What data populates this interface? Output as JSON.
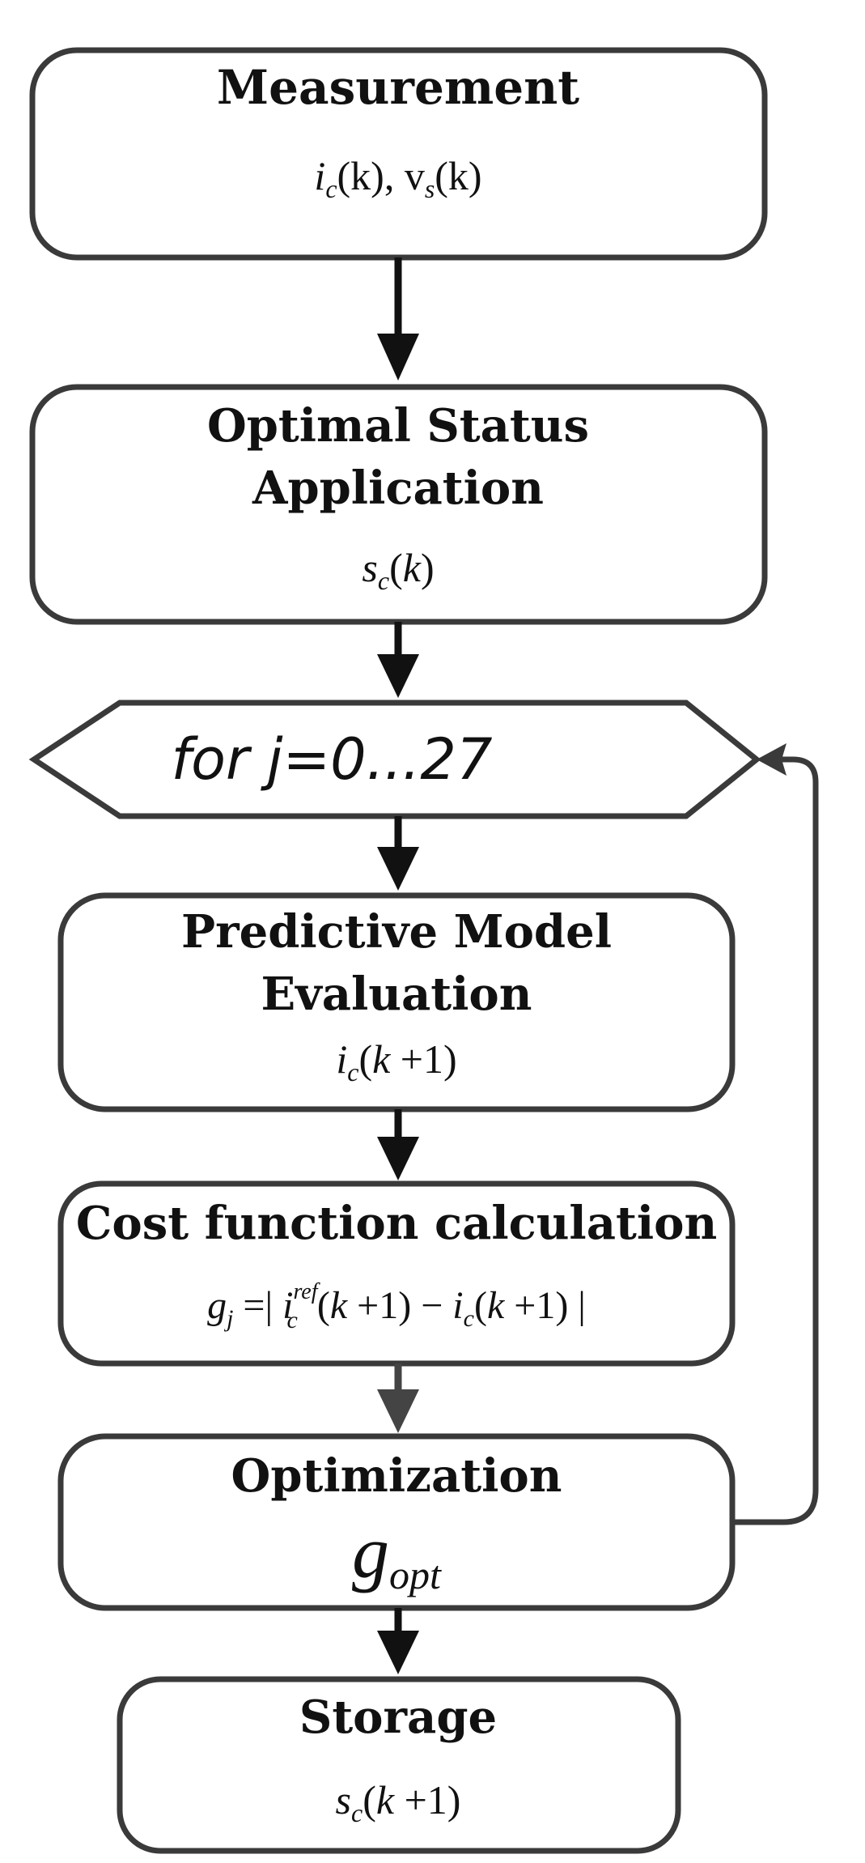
{
  "nodes": {
    "measurement": {
      "title": "Measurement",
      "formula": "i_c(k), v_s(k)"
    },
    "optimal_status": {
      "title_line1": "Optimal Status",
      "title_line2": "Application",
      "formula": "s_c(k)"
    },
    "loop": {
      "label": "for j=0...27"
    },
    "predictive": {
      "title_line1": "Predictive Model",
      "title_line2": "Evaluation",
      "formula": "i_c(k+1)"
    },
    "cost": {
      "title": "Cost function calculation",
      "formula": "g_j = | i_c^ref(k+1) − i_c(k+1) |"
    },
    "optimization": {
      "title": "Optimization",
      "formula": "g_opt"
    },
    "storage": {
      "title": "Storage",
      "formula": "s_c(k+1)"
    }
  },
  "colors": {
    "border": "#3a3a3a",
    "arrow": "#111111",
    "arrow_grey": "#444444",
    "background": "#ffffff"
  }
}
